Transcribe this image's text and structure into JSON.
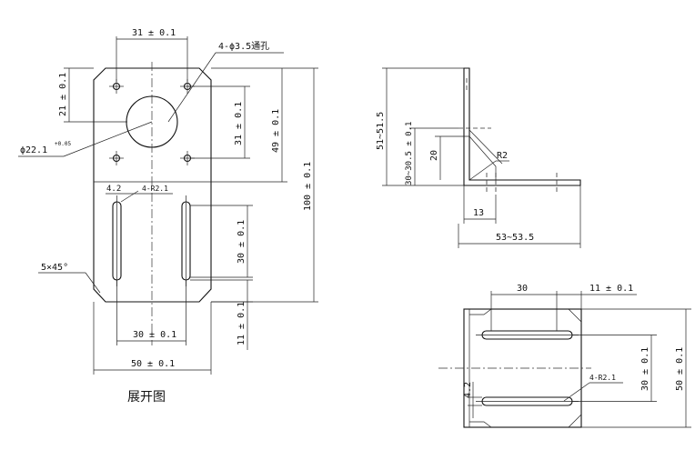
{
  "flat_view": {
    "caption": "展开图",
    "dim_top_hole_spacing": "31 ± 0.1",
    "dim_hole_note": "4-ϕ3.5通孔",
    "dim_left_21": "21 ± 0.1",
    "dim_vert_31": "31 ± 0.1",
    "dim_vert_49": "49 ± 0.1",
    "dim_vert_100": "100 ± 0.1",
    "dim_bore": "ϕ22.1",
    "dim_bore_tol": "+0.05",
    "dim_slot_width": "4.2",
    "dim_slot_radius": "4-R2.1",
    "dim_slot_length": "30 ± 0.1",
    "dim_chamfer": "5×45°",
    "dim_slot_spacing": "30 ± 0.1",
    "dim_bottom_11": "11 ± 0.1",
    "dim_width_50": "50 ± 0.1"
  },
  "side_view": {
    "dim_height": "51~51.5",
    "dim_hole_height": "30~30.5 ± 0.1",
    "dim_20": "20",
    "dim_r2": "R2",
    "dim_13": "13",
    "dim_length": "53~53.5"
  },
  "top_view": {
    "dim_30": "30",
    "dim_11": "11 ± 0.1",
    "dim_slot_radius": "4-R2.1",
    "dim_slot_spacing": "30 ± 0.1",
    "dim_width": "50 ± 0.1",
    "dim_slot_width": "4.2"
  }
}
